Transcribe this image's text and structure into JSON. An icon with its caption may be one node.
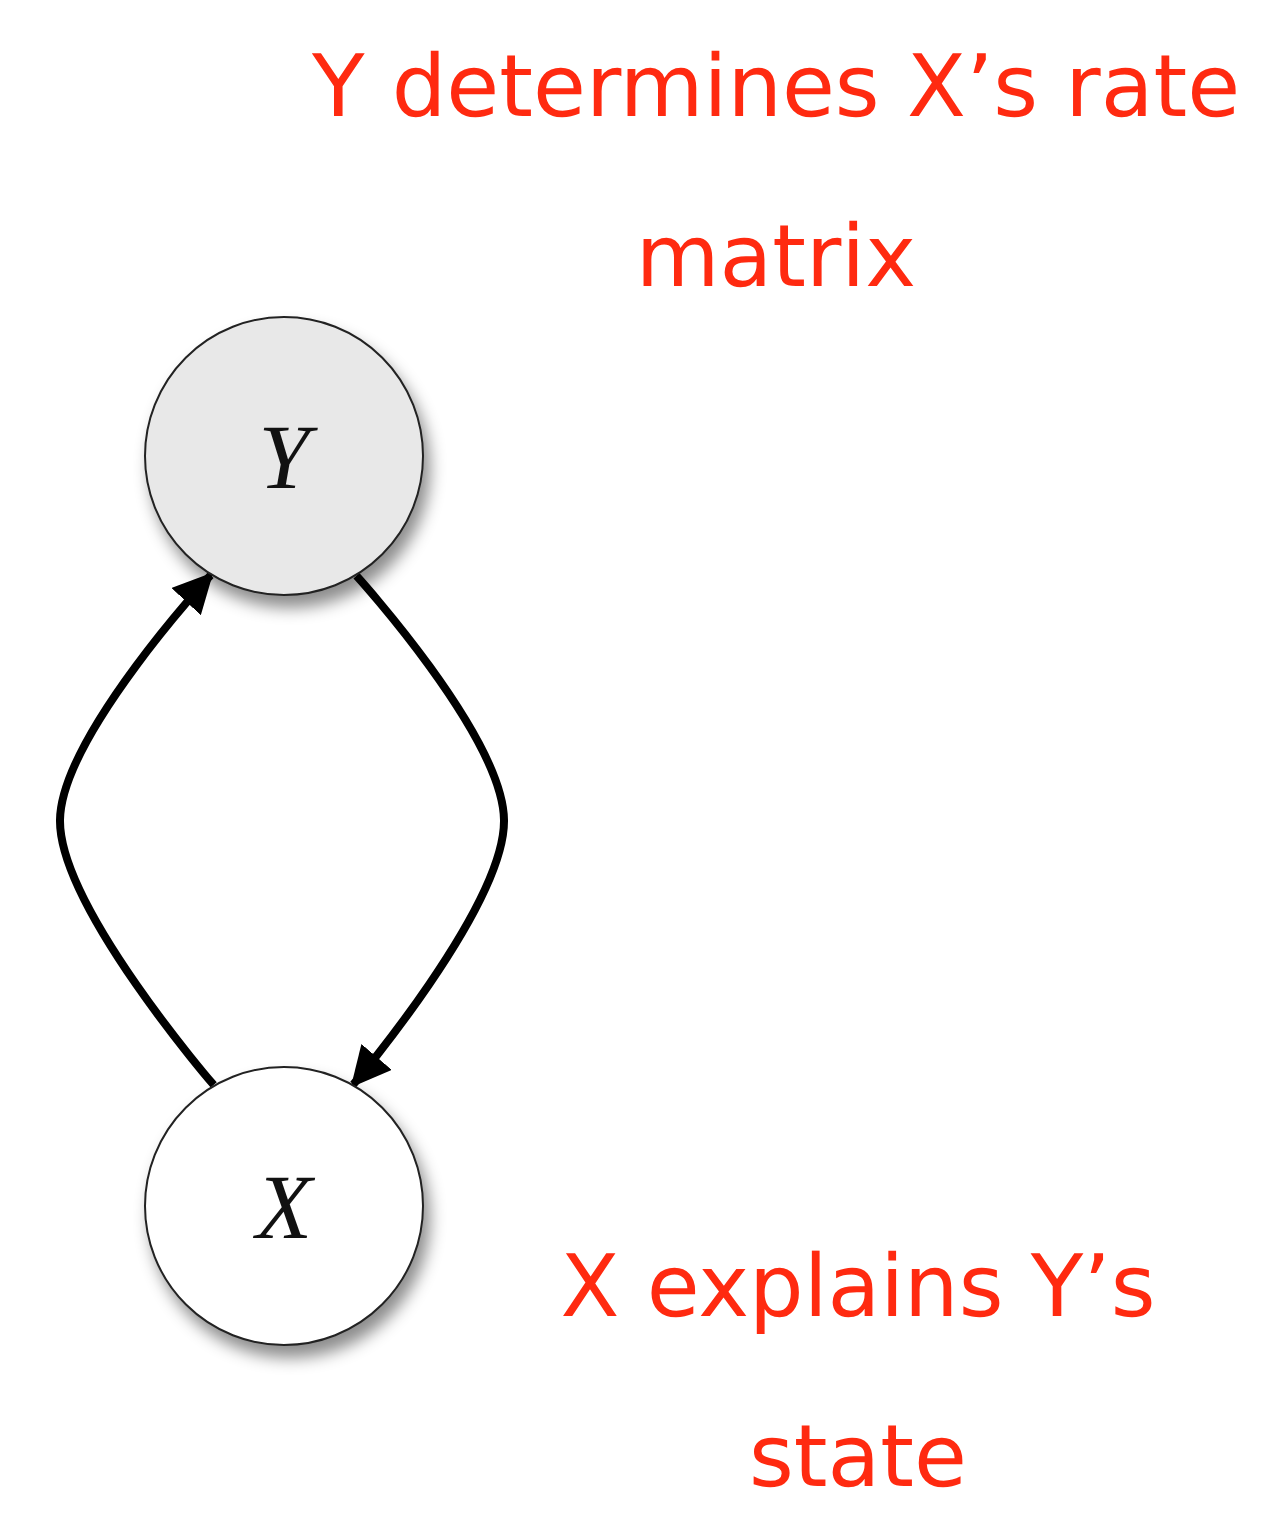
{
  "diagram": {
    "nodes": [
      {
        "text": [
          "Y"
        ],
        "beside": [
          "Y determines X’s rate matrix"
        ]
      },
      {
        "text": [
          "X"
        ],
        "beside": [
          "X explains Y’s state"
        ]
      }
    ],
    "edges": [
      {
        "from": 1,
        "to": 0,
        "arrow": "to"
      },
      {
        "from": 0,
        "to": 1,
        "arrow": "to"
      }
    ]
  }
}
